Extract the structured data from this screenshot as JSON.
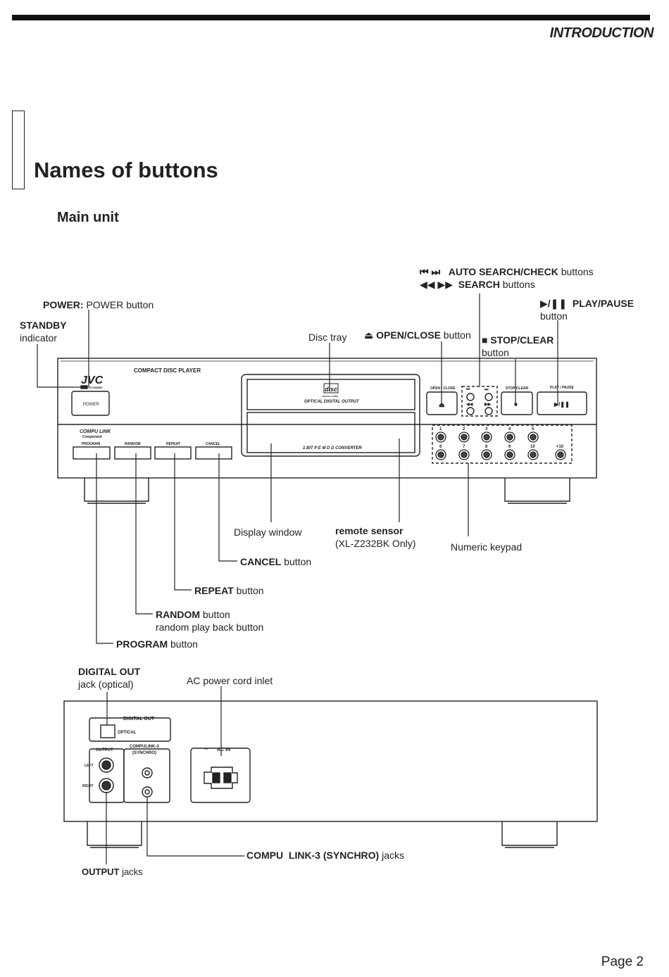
{
  "header": {
    "section": "INTRODUCTION"
  },
  "title": "Names of buttons",
  "subtitle": "Main unit",
  "labels": {
    "power_b": "POWER:",
    "power_t": " POWER button",
    "standby_b": "STANDBY",
    "standby_t": "indicator",
    "disc_tray": "Disc tray",
    "openclose_b": "OPEN/CLOSE",
    "openclose_t": " button",
    "auto_search_icons": "⏮ ⏭",
    "auto_search_b": "AUTO SEARCH/CHECK",
    "auto_search_t": " buttons",
    "search_icons": "◀◀ ▶▶",
    "search_b": "SEARCH",
    "search_t": " buttons",
    "playpause_icon": "▶/❚❚",
    "playpause_b": "PLAY/PAUSE",
    "playpause_t": "button",
    "stopclear_icon": "■",
    "stopclear_b": "STOP/CLEAR",
    "stopclear_t": "button",
    "display_window": "Display window",
    "remote_b": "remote sensor",
    "remote_t": "(XL-Z232BK Only)",
    "numeric_keypad": "Numeric keypad",
    "cancel_b": "CANCEL",
    "cancel_t": " button",
    "repeat_b": "REPEAT",
    "repeat_t": " button",
    "random_b": "RANDOM",
    "random_t": " button",
    "random_t2": "random play back button",
    "program_b": "PROGRAM",
    "program_t": " button",
    "digital_out_b": "DIGITAL OUT",
    "digital_out_t": "jack (optical)",
    "ac_inlet": "AC power cord inlet",
    "compulink_b": "COMPU  LINK-3 (SYNCHRO)",
    "compulink_t": " jacks",
    "output_b": "OUTPUT",
    "output_t": " jacks"
  },
  "front_panel": {
    "brand": "JVC",
    "model_text": "COMPACT  DISC  PLAYER",
    "standby": "STANDBY",
    "power": "POWER",
    "compulink_logo": "COMPU LINK",
    "compulink_sub": "Component",
    "program": "PROGRAM",
    "random": "RANDOM",
    "repeat": "REPEAT",
    "cancel": "CANCEL",
    "disc_logo": "disc",
    "digital_audio": "DIGITAL AUDIO",
    "optical_out": "OPTICAL DIGITAL OUTPUT",
    "converter": "1 BIT P E M D D CONVERTER",
    "open_close": "OPEN / CLOSE",
    "stop_clear": "STOP/CLEAR",
    "play_pause": "PLAY / PAUSE",
    "keys_row1": [
      "1",
      "2",
      "3",
      "4",
      "5"
    ],
    "keys_row2": [
      "6",
      "7",
      "8",
      "9",
      "10",
      "+10"
    ]
  },
  "rear_panel": {
    "digital_out": "DIGITAL OUT",
    "optical": "OPTICAL",
    "output": "OUTPUT",
    "compulink": "COMPULINK-3",
    "synchro": "(SYNCHRO)",
    "left": "LEFT",
    "right": "RIGHT",
    "ac_in": "AC IN"
  },
  "footer": {
    "page": "Page 2"
  }
}
